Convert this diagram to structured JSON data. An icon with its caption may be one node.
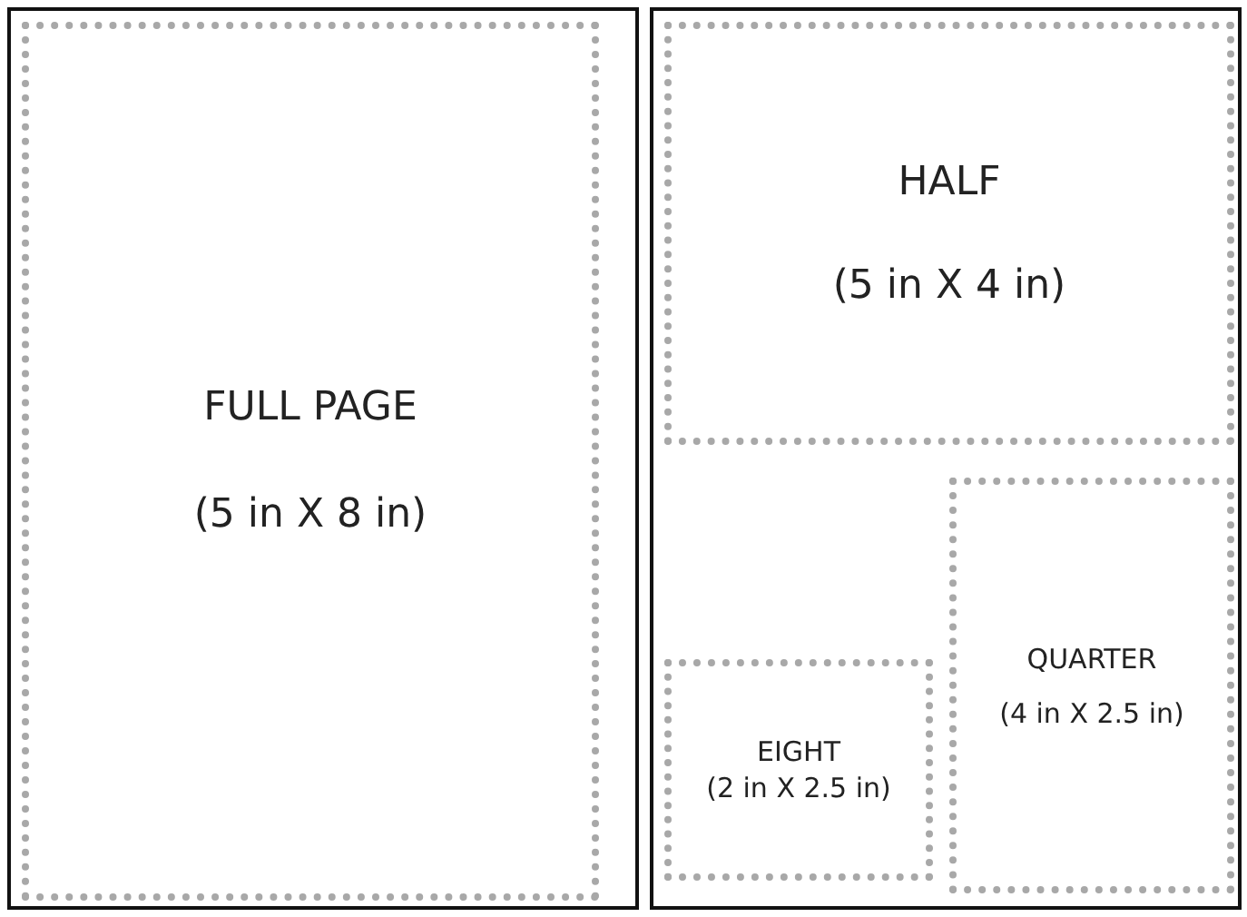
{
  "diagram": {
    "nodes": [
      {
        "text": [],
        "shape": "box"
      },
      {
        "text": [
          "FULL PAGE",
          "(5 in X 8 in)"
        ],
        "in": 0
      },
      {
        "text": [],
        "shape": "box"
      },
      {
        "text": [
          "HALF",
          "(5 in X 4 in)"
        ],
        "in": 2
      },
      {
        "text": [
          "QUARTER",
          "(4 in X 2.5 in)"
        ],
        "in": 2
      },
      {
        "text": [
          "EIGHT",
          "(2 in X 2.5 in)"
        ],
        "in": 2
      }
    ],
    "edges": []
  }
}
